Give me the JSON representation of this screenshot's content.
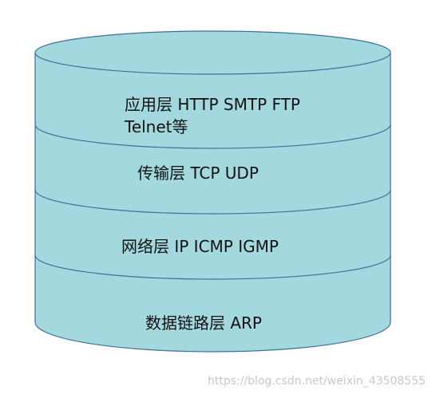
{
  "diagram": {
    "fill_color": "#a3d8df",
    "stroke_color": "#3f6e9c",
    "layers": [
      {
        "lines": [
          "应用层 HTTP SMTP FTP",
          "Telnet等"
        ]
      },
      {
        "lines": [
          "传输层 TCP UDP"
        ]
      },
      {
        "lines": [
          "网络层 IP ICMP IGMP"
        ]
      },
      {
        "lines": [
          "数据链路层 ARP"
        ]
      }
    ]
  },
  "watermark": "https://blog.csdn.net/weixin_43508555"
}
